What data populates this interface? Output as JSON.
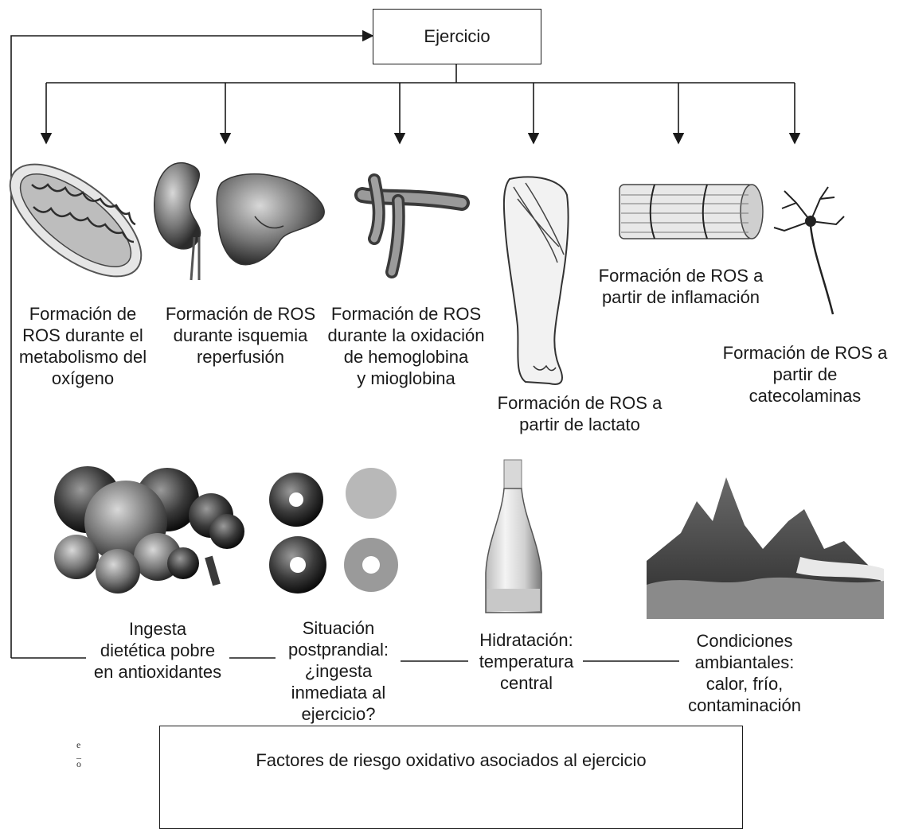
{
  "diagram": {
    "top_node": "Ejercicio",
    "sources": [
      {
        "id": "mito",
        "lines": [
          "Formación de",
          "ROS durante el",
          "metabolismo del",
          "oxígeno"
        ]
      },
      {
        "id": "isch",
        "lines": [
          "Formación de ROS",
          "durante isquemia",
          "reperfusión"
        ]
      },
      {
        "id": "hemo",
        "lines": [
          "Formación de ROS",
          "durante la oxidación",
          "de hemoglobina",
          "y mioglobina"
        ]
      },
      {
        "id": "lact",
        "lines": [
          "Formación de ROS a",
          "partir de lactato"
        ]
      },
      {
        "id": "infl",
        "lines": [
          "Formación de ROS a",
          "partir de inflamación"
        ]
      },
      {
        "id": "cate",
        "lines": [
          "Formación de ROS a",
          "partir de",
          "catecolaminas"
        ]
      }
    ],
    "factors": [
      {
        "id": "diet",
        "lines": [
          "Ingesta",
          "dietética pobre",
          "en antioxidantes"
        ]
      },
      {
        "id": "post",
        "lines": [
          "Situación",
          "postprandial:",
          "¿ingesta",
          "inmediata al",
          "ejercicio?"
        ]
      },
      {
        "id": "hydr",
        "lines": [
          "Hidratación:",
          "temperatura",
          "central"
        ]
      },
      {
        "id": "env",
        "lines": [
          "Condiciones",
          "ambiantales:",
          "calor, frío,",
          "contaminación"
        ]
      }
    ],
    "caption": "Factores de riesgo oxidativo asociados al ejercicio",
    "margin_marks": [
      "e",
      "_",
      "o"
    ]
  }
}
